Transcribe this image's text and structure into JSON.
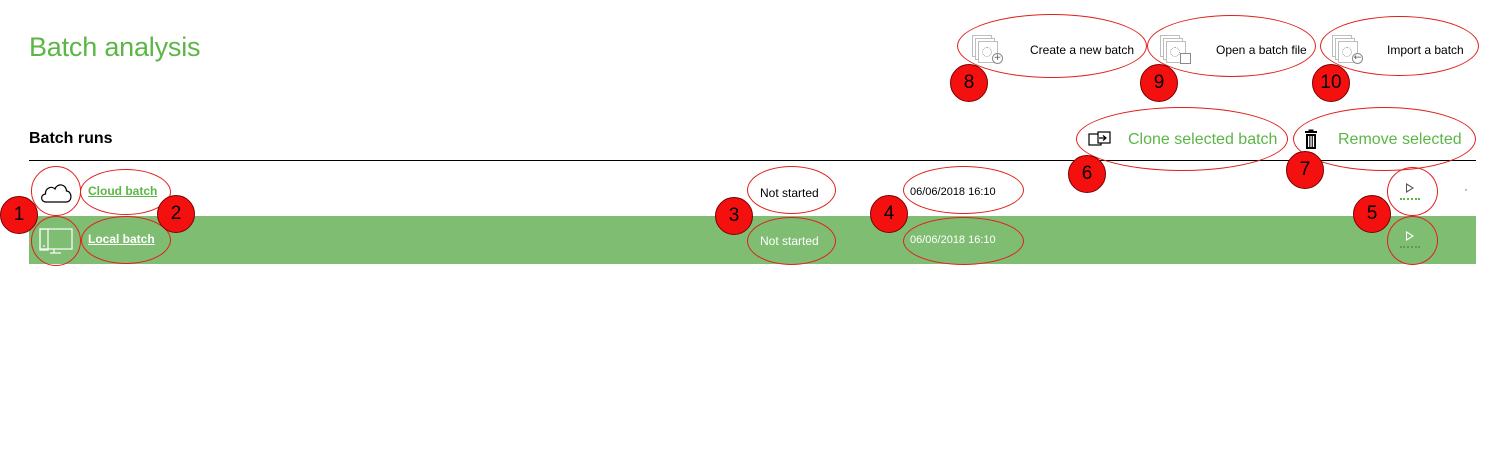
{
  "page": {
    "title": "Batch analysis"
  },
  "top_actions": [
    {
      "label": "Create a new batch",
      "icon": "new-batch-icon"
    },
    {
      "label": "Open a batch file",
      "icon": "open-batch-file-icon"
    },
    {
      "label": "Import a batch",
      "icon": "import-batch-icon"
    }
  ],
  "section": {
    "title": "Batch runs",
    "clone_label": "Clone selected batch",
    "remove_label": "Remove selected"
  },
  "batch_runs": [
    {
      "type_icon": "cloud-icon",
      "name": "Cloud batch",
      "status": "Not started",
      "date": "06/06/2018 16:10",
      "run_icon": "play-icon",
      "more": "·"
    },
    {
      "type_icon": "local-computer-icon",
      "name": "Local batch",
      "status": "Not started",
      "date": "06/06/2018 16:10",
      "run_icon": "play-icon",
      "more": "·"
    }
  ],
  "annotations": [
    "1",
    "2",
    "3",
    "4",
    "5",
    "6",
    "7",
    "8",
    "9",
    "10"
  ],
  "colors": {
    "accent": "#5cb646",
    "selected_row": "#7fbd72",
    "annotation": "#f51010"
  }
}
